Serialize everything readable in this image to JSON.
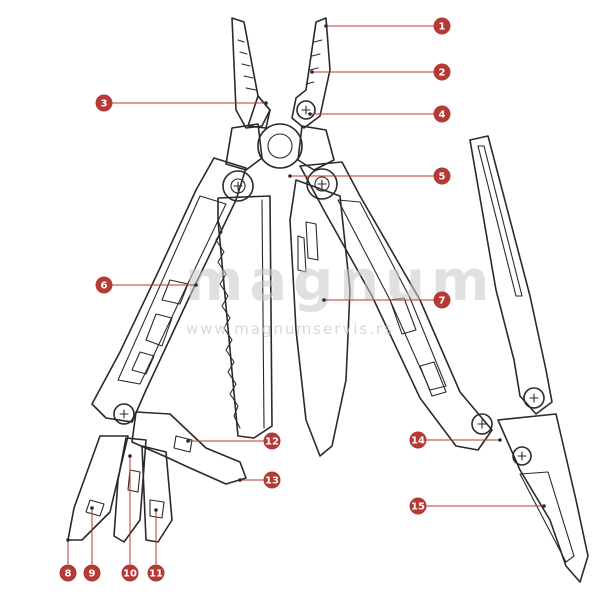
{
  "watermark": {
    "brand": "magnum",
    "site": "www.magnumservis.rs"
  },
  "colors": {
    "accent": "#b33a35",
    "line": "#2a2a2a"
  },
  "callouts": [
    {
      "label": "1"
    },
    {
      "label": "2"
    },
    {
      "label": "3"
    },
    {
      "label": "4"
    },
    {
      "label": "5"
    },
    {
      "label": "6"
    },
    {
      "label": "7"
    },
    {
      "label": "8"
    },
    {
      "label": "9"
    },
    {
      "label": "10"
    },
    {
      "label": "11"
    },
    {
      "label": "12"
    },
    {
      "label": "13"
    },
    {
      "label": "14"
    },
    {
      "label": "15"
    }
  ]
}
